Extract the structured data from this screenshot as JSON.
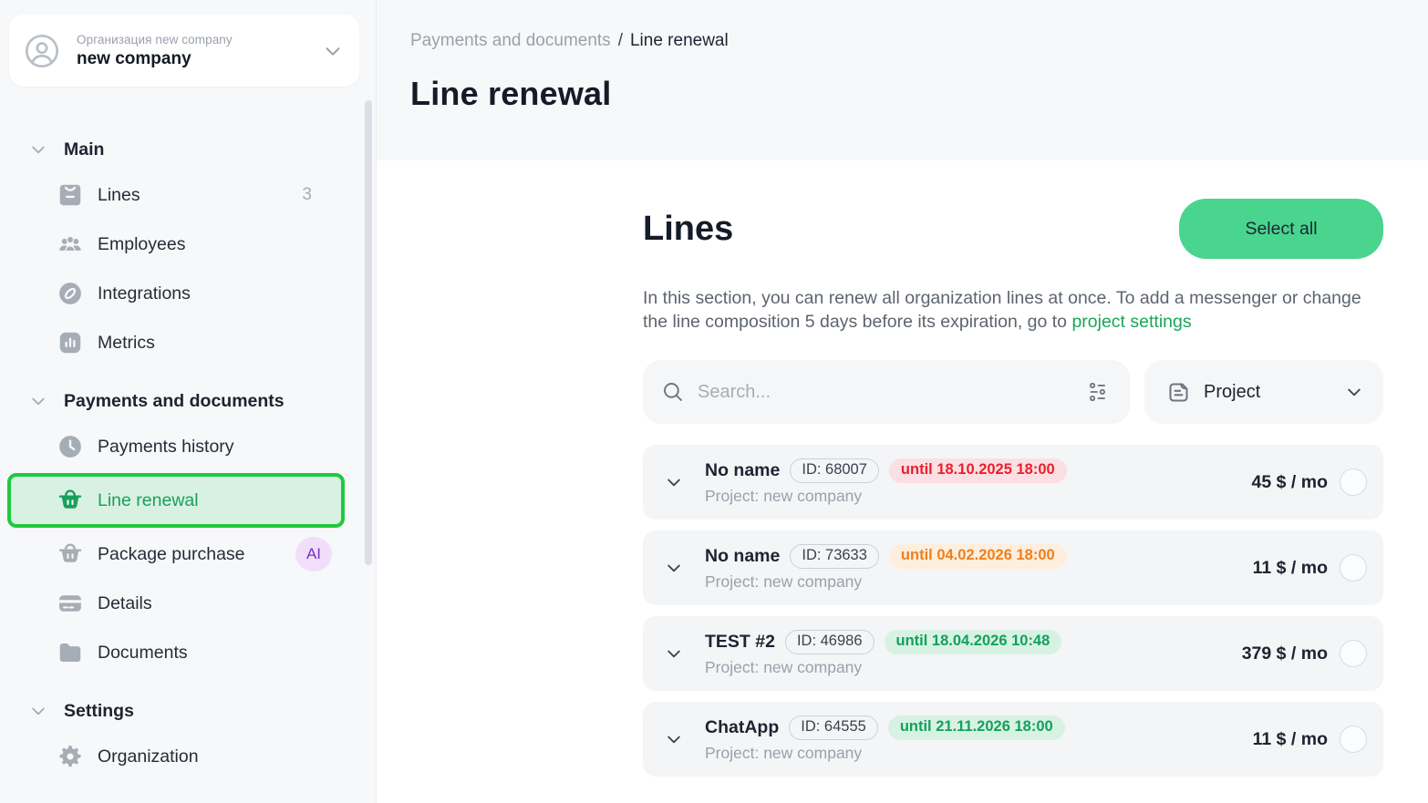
{
  "colors": {
    "accent_green": "#49d58e",
    "annotation_green": "#1fc93f",
    "active_item_bg": "#d9f1e3",
    "active_item_text": "#18a15b",
    "link_green": "#1aa657",
    "danger_text": "#e8202f",
    "danger_bg": "#fbdfe2",
    "warning_text": "#ee7f1e",
    "warning_bg": "#fdeedd",
    "success_text": "#13a15b",
    "success_bg": "#d7f2e3",
    "ai_badge_bg": "#f0defb",
    "ai_badge_text": "#7a30c7"
  },
  "sidebar": {
    "org": {
      "label": "Организация new company",
      "name": "new company"
    },
    "sections": [
      {
        "label": "Main",
        "items": [
          {
            "label": "Lines",
            "count": "3"
          },
          {
            "label": "Employees"
          },
          {
            "label": "Integrations"
          },
          {
            "label": "Metrics"
          }
        ]
      },
      {
        "label": "Payments and documents",
        "items": [
          {
            "label": "Payments history"
          },
          {
            "label": "Line renewal",
            "active": true
          },
          {
            "label": "Package purchase",
            "ai_badge": "AI"
          },
          {
            "label": "Details"
          },
          {
            "label": "Documents"
          }
        ]
      },
      {
        "label": "Settings",
        "items": [
          {
            "label": "Organization"
          }
        ]
      }
    ]
  },
  "header": {
    "breadcrumb_parent": "Payments and documents",
    "breadcrumb_sep": "/",
    "breadcrumb_current": "Line renewal",
    "title": "Line renewal"
  },
  "main": {
    "heading": "Lines",
    "select_all_label": "Select all",
    "description": "In this section, you can renew all organization lines at once. To add a messenger or change the line composition 5 days before its expiration, go to ",
    "description_link": "project settings",
    "search_placeholder": "Search...",
    "project_filter_label": "Project",
    "rows": [
      {
        "name": "No name",
        "id_label": "ID: 68007",
        "until": "until 18.10.2025 18:00",
        "status": "danger",
        "project": "Project: new company",
        "price": "45 $ / mo"
      },
      {
        "name": "No name",
        "id_label": "ID: 73633",
        "until": "until 04.02.2026 18:00",
        "status": "warning",
        "project": "Project: new company",
        "price": "11 $ / mo"
      },
      {
        "name": "TEST #2",
        "id_label": "ID: 46986",
        "until": "until 18.04.2026 10:48",
        "status": "success",
        "project": "Project: new company",
        "price": "379 $ / mo"
      },
      {
        "name": "ChatApp",
        "id_label": "ID: 64555",
        "until": "until 21.11.2026 18:00",
        "status": "success",
        "project": "Project: new company",
        "price": "11 $ / mo"
      }
    ]
  }
}
